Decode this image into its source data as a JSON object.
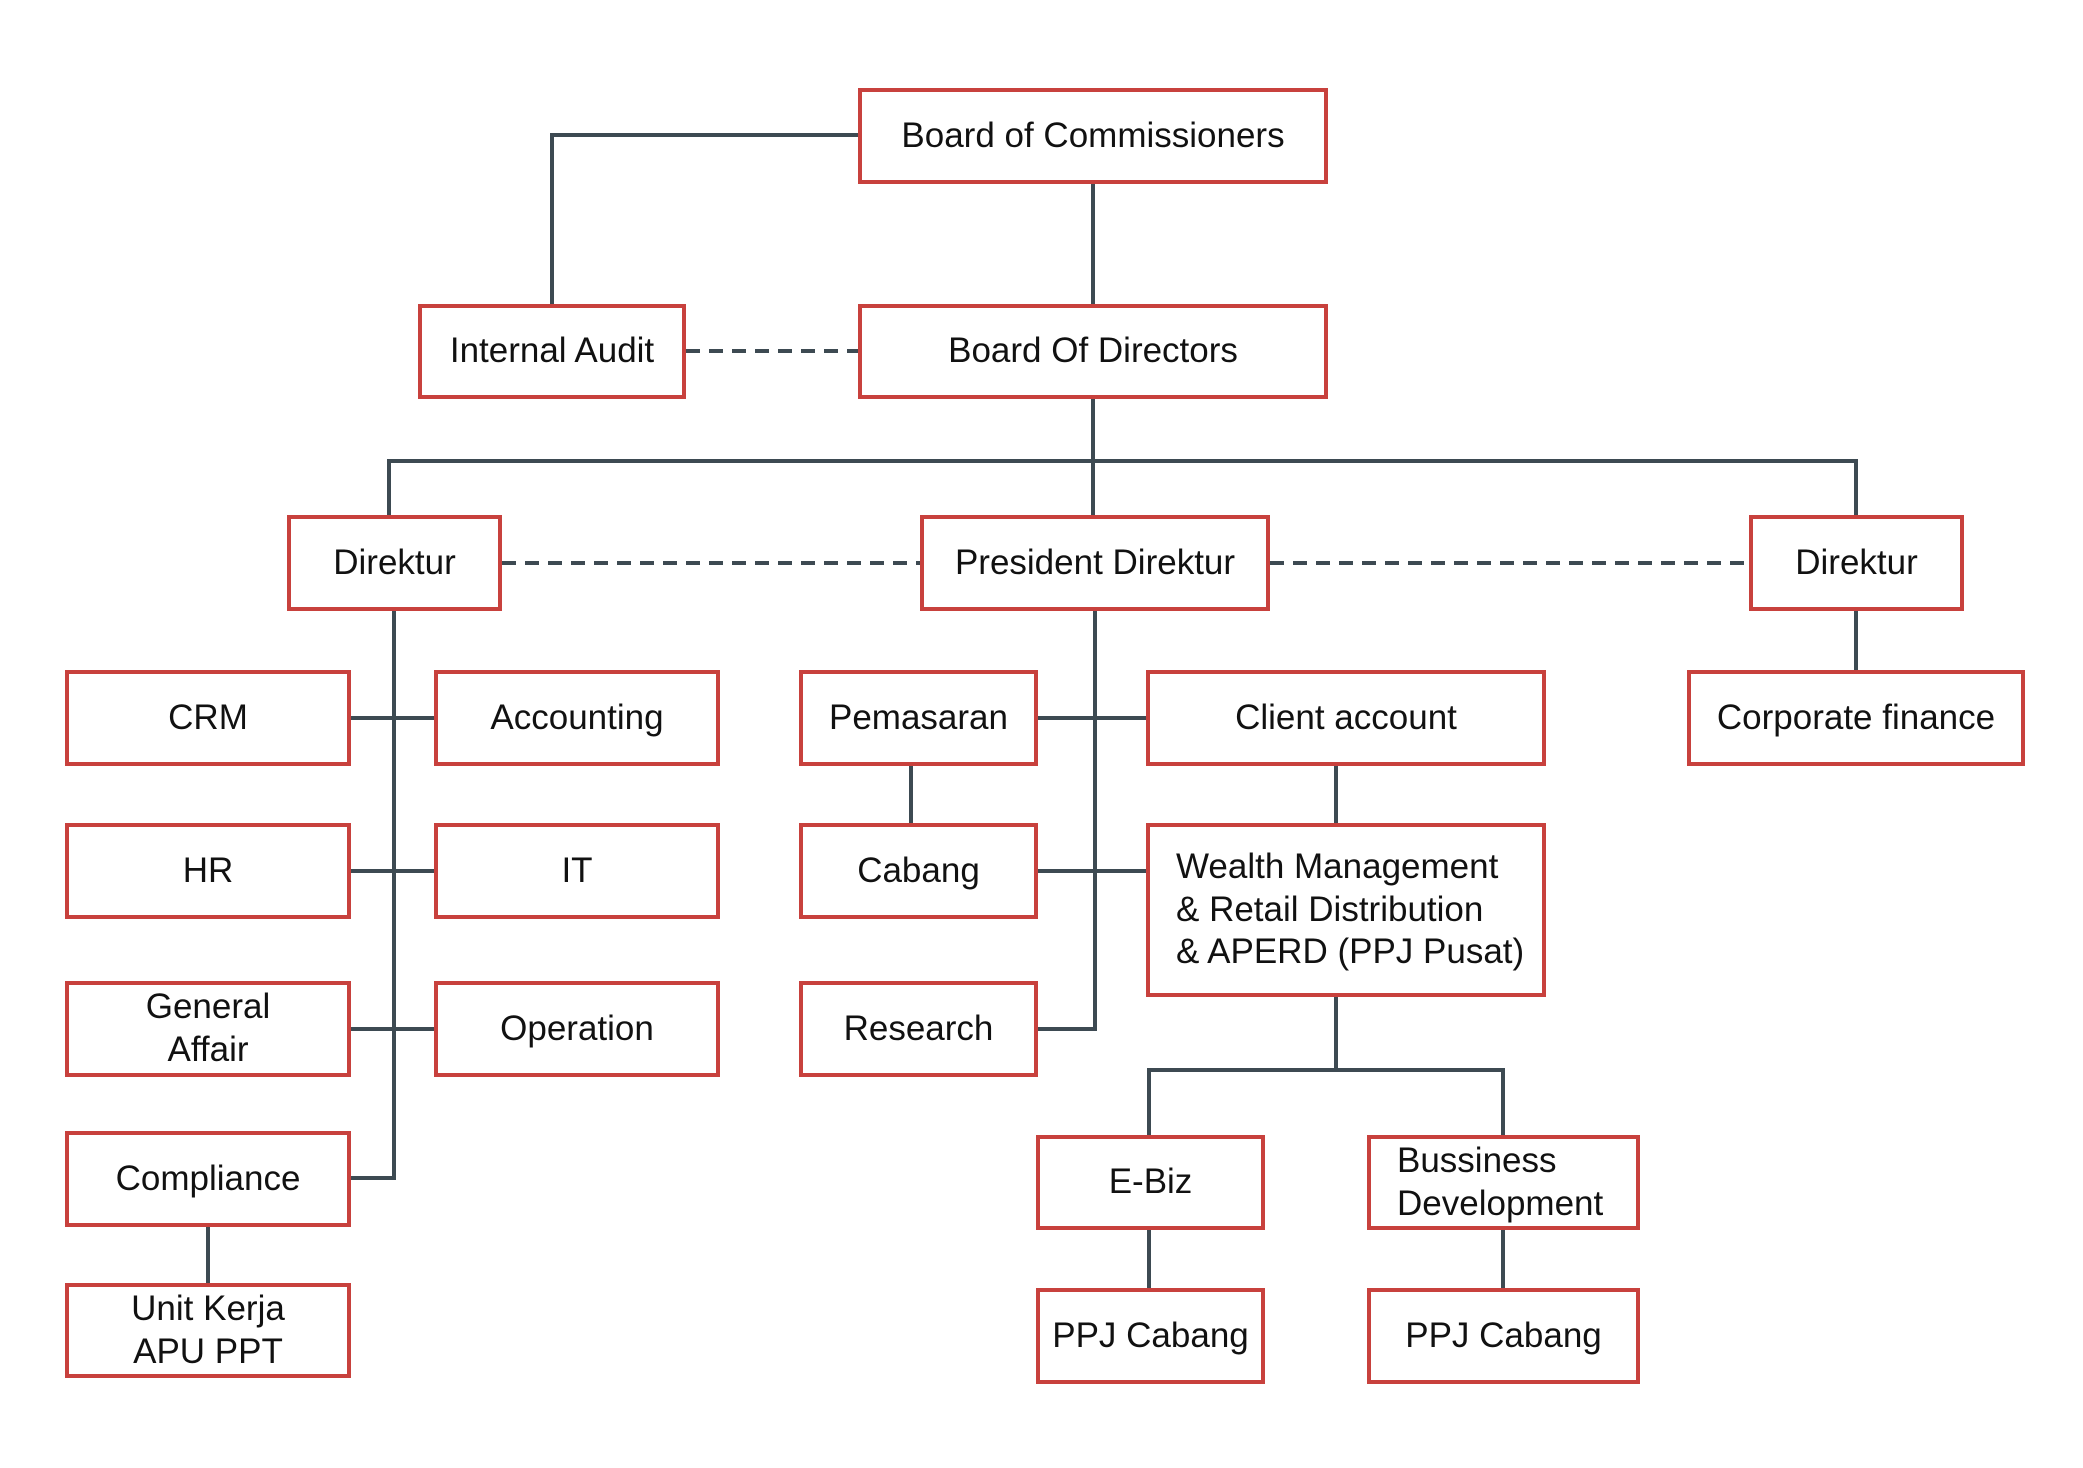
{
  "nodes": {
    "board_of_commissioners": "Board of Commissioners",
    "internal_audit": "Internal Audit",
    "board_of_directors": "Board Of Directors",
    "direktur_left": "Direktur",
    "president_direktur": "President Direktur",
    "direktur_right": "Direktur",
    "crm": "CRM",
    "accounting": "Accounting",
    "hr": "HR",
    "it": "IT",
    "general_affair": "General\nAffair",
    "operation": "Operation",
    "compliance": "Compliance",
    "unit_kerja": "Unit Kerja\nAPU PPT",
    "pemasaran": "Pemasaran",
    "client_account": "Client account",
    "cabang": "Cabang",
    "wealth_management": "Wealth Management\n& Retail Distribution\n& APERD (PPJ Pusat)",
    "research": "Research",
    "e_biz": "E-Biz",
    "bussiness_development": "Bussiness\nDevelopment",
    "ppj_cabang_1": "PPJ Cabang",
    "ppj_cabang_2": "PPJ Cabang",
    "corporate_finance": "Corporate finance"
  }
}
